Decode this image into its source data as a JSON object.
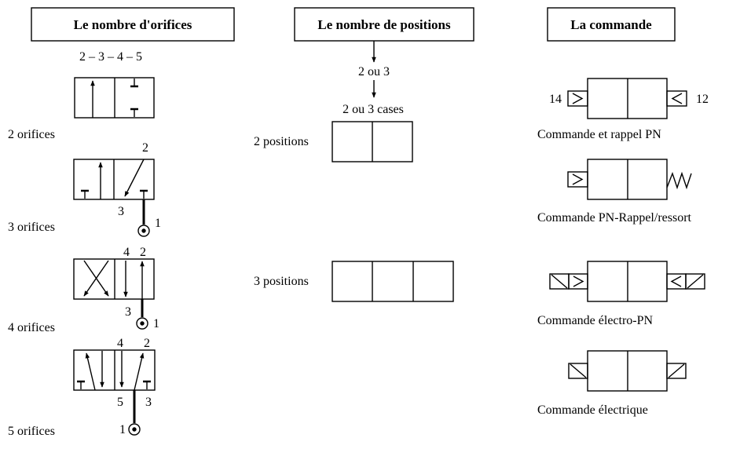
{
  "headers": {
    "orifices": "Le nombre d'orifices",
    "positions": "Le nombre de positions",
    "commande": "La commande"
  },
  "orifices": {
    "sequence": "2 – 3 – 4 – 5",
    "labels": [
      "2 orifices",
      "3 orifices",
      "4 orifices",
      "5 orifices"
    ],
    "ports_3": {
      "p2": "2",
      "p3": "3",
      "p1": "1"
    },
    "ports_4": {
      "p4": "4",
      "p2": "2",
      "p3": "3",
      "p1": "1"
    },
    "ports_5": {
      "p4": "4",
      "p2": "2",
      "p5": "5",
      "p3": "3",
      "p1": "1"
    }
  },
  "positions": {
    "count_text": "2 ou 3",
    "cases_text": "2 ou 3 cases",
    "label_2": "2 positions",
    "label_3": "3 positions"
  },
  "commande": {
    "port_14": "14",
    "port_12": "12",
    "labels": [
      "Commande et rappel PN",
      "Commande PN-Rappel/ressort",
      "Commande électro-PN",
      "Commande électrique"
    ]
  }
}
